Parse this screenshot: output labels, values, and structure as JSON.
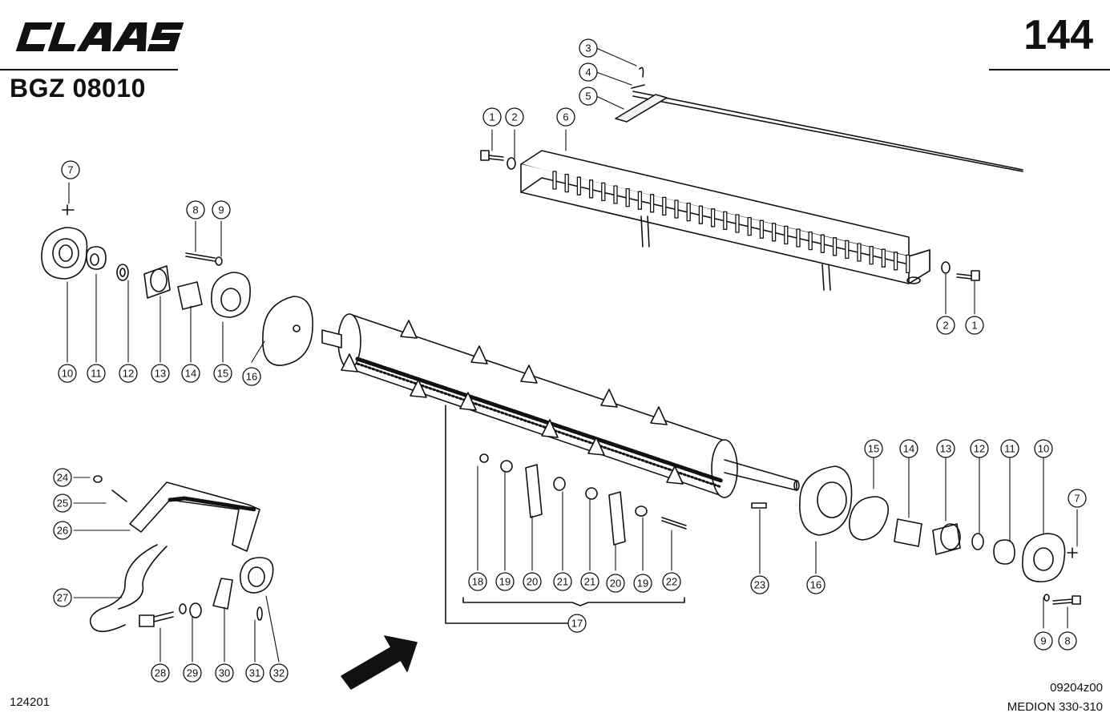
{
  "header": {
    "brand": "CLAAS",
    "doc_code": "BGZ 08010",
    "page_number": "144"
  },
  "footer": {
    "left_ref": "124201",
    "image_ref": "09204z00",
    "model": "MEDION 330-310"
  },
  "callouts": [
    "1",
    "2",
    "3",
    "4",
    "5",
    "6",
    "7",
    "8",
    "9",
    "10",
    "11",
    "12",
    "13",
    "14",
    "15",
    "16",
    "17",
    "18",
    "19",
    "20",
    "21",
    "22",
    "23",
    "24",
    "25",
    "26",
    "27",
    "28",
    "29",
    "30",
    "31",
    "32"
  ]
}
